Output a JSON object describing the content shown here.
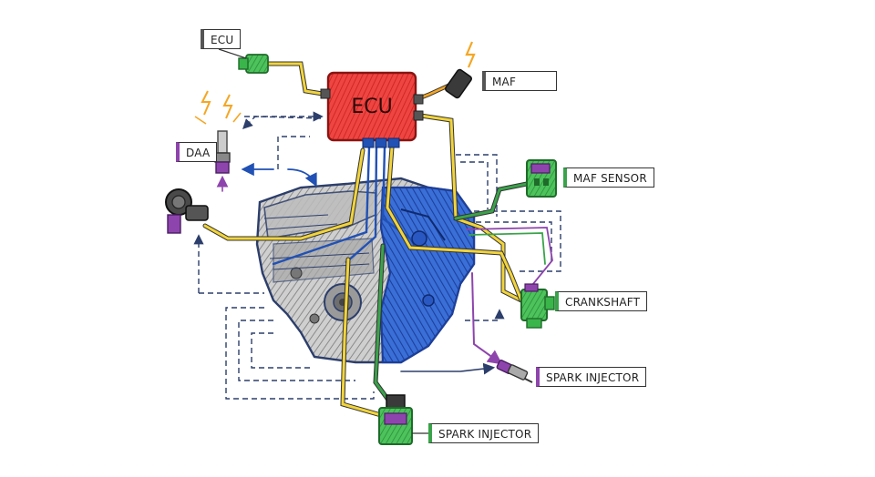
{
  "ecu_box": {
    "label": "ECU"
  },
  "labels": {
    "ecu": "ECU",
    "maf": "MAF",
    "daa": "DAA",
    "maf_sensor": "MAF SENSOR",
    "crankshaft": "CRANKSHAFT",
    "spark_injector_right": "SPARK INJECTOR",
    "spark_injector_bottom": "SPARK INJECTOR"
  },
  "colors": {
    "ecu_red": "#e8312f",
    "engine_blue": "#2151b5",
    "engine_gray": "#8c8c8c",
    "wire_yellow": "#f2d43a",
    "wire_green": "#3aa34a",
    "connector_green": "#39b54a",
    "connector_purple": "#8e44ad",
    "dash_navy": "#2c3e6b",
    "spark_orange": "#f5a623"
  }
}
